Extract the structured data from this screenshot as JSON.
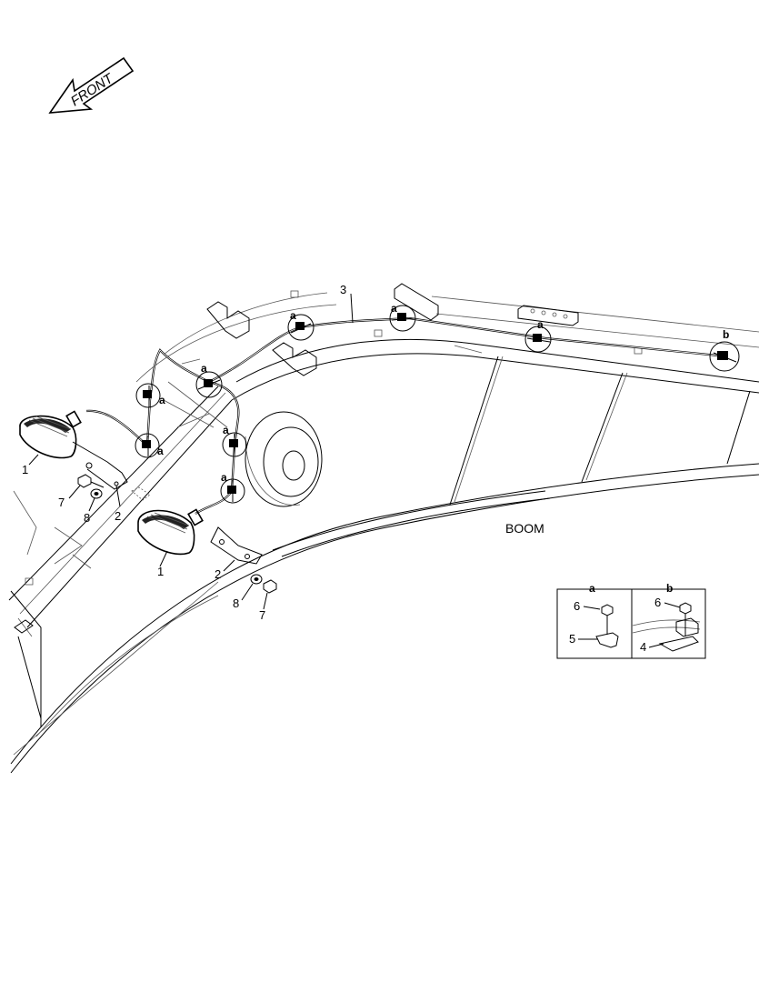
{
  "orientation": {
    "arrow_text": "FRONT"
  },
  "assembly": {
    "name": "BOOM"
  },
  "callouts": {
    "lamp_left": "1",
    "lamp_right": "1",
    "bracket_left": "2",
    "bracket_right": "2",
    "harness": "3",
    "bolt_left": "7",
    "bolt_right": "7",
    "washer_left": "8",
    "washer_right": "8",
    "clamp_ref": "a",
    "clamp_ref_b": "b"
  },
  "details": {
    "a": {
      "title": "a",
      "bolt": "6",
      "clamp": "5"
    },
    "b": {
      "title": "b",
      "bolt": "6",
      "clamp": "4"
    }
  }
}
